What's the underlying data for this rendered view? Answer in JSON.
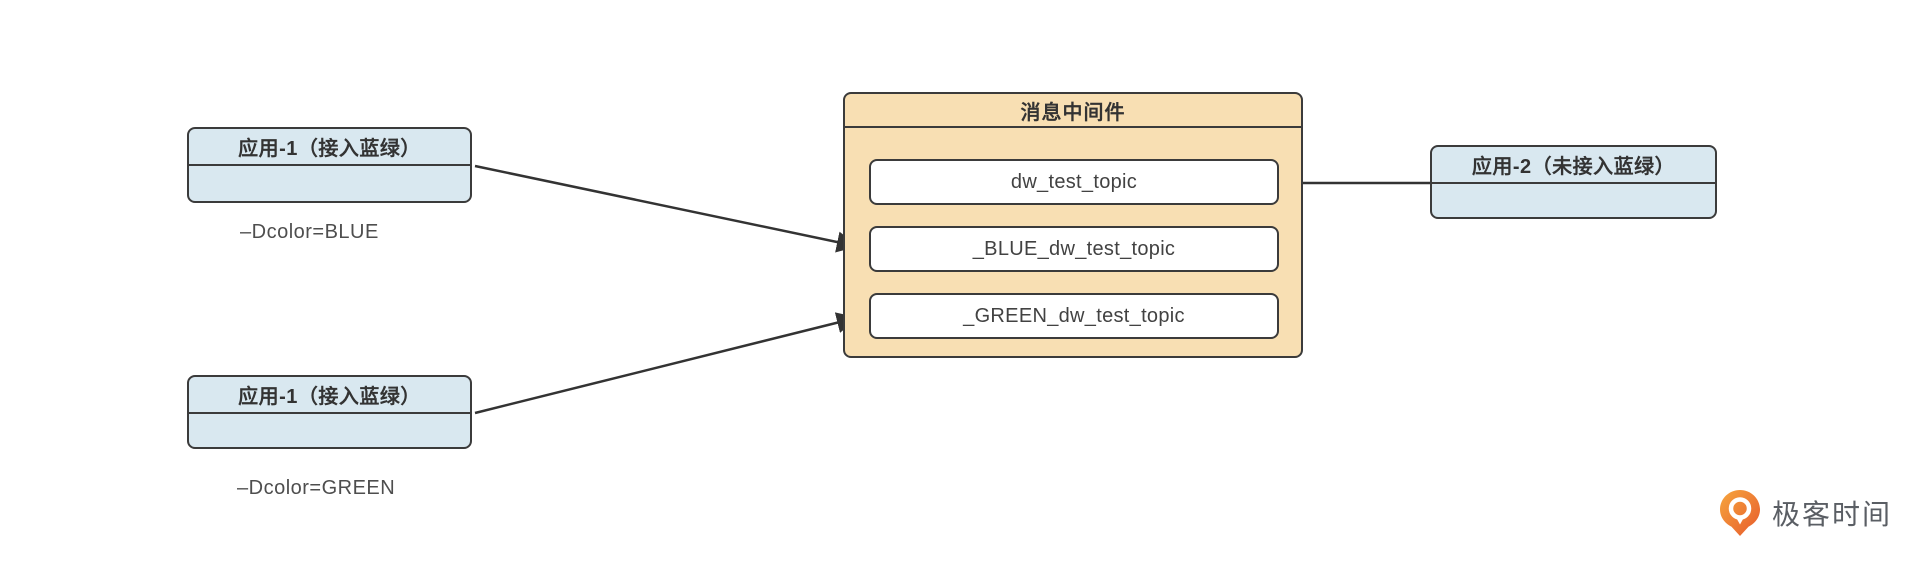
{
  "diagram": {
    "app1_blue": {
      "title": "应用-1（接入蓝绿）",
      "param": "–Dcolor=BLUE"
    },
    "app1_green": {
      "title": "应用-1（接入蓝绿）",
      "param": "–Dcolor=GREEN"
    },
    "app2": {
      "title": "应用-2（未接入蓝绿）"
    },
    "middleware": {
      "title": "消息中间件",
      "topics": [
        "dw_test_topic",
        "_BLUE_dw_test_topic",
        "_GREEN_dw_test_topic"
      ]
    },
    "colors": {
      "app_node_fill": "#D9E8F0",
      "middleware_fill": "#F8DFB3",
      "topic_fill": "#FFFFFF",
      "border": "#3B3B3B",
      "arrow": "#333333",
      "title_text": "#333333",
      "topic_text": "#424242",
      "param_text": "#4E4E4E"
    }
  },
  "branding": {
    "logo_text": "极客时间",
    "logo_orange": "#EE742F",
    "logo_text_color": "#5A5E64"
  }
}
